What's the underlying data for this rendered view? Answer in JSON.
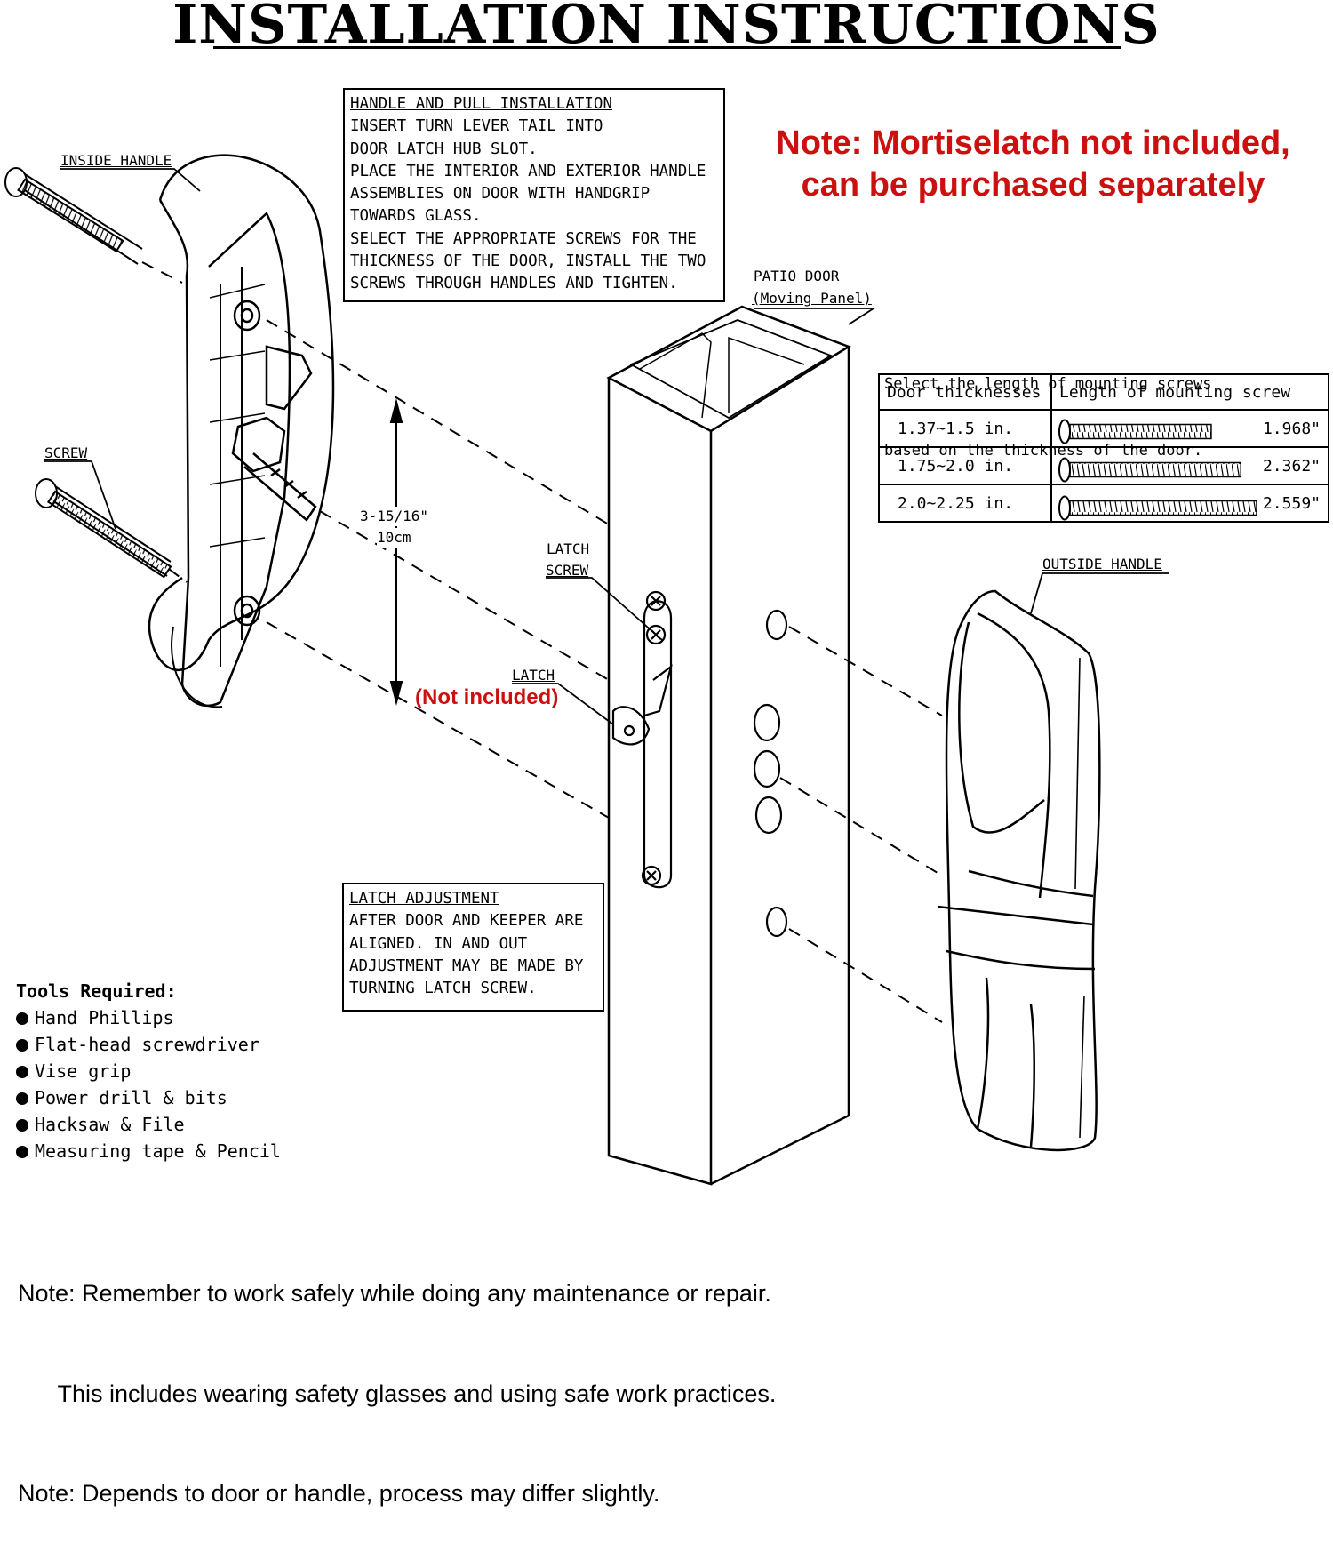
{
  "title": "INSTALLATION INSTRUCTIONS",
  "note_red": {
    "line1": "Note: Mortiselatch not included,",
    "line2": "can be purchased separately"
  },
  "handle_box": {
    "heading": "HANDLE AND PULL INSTALLATION",
    "lines": [
      "INSERT TURN LEVER TAIL INTO",
      "DOOR LATCH HUB SLOT.",
      "PLACE THE INTERIOR AND EXTERIOR HANDLE",
      "ASSEMBLIES ON DOOR WITH HANDGRIP",
      "TOWARDS GLASS.",
      "SELECT THE APPROPRIATE SCREWS FOR THE",
      "THICKNESS OF THE DOOR, INSTALL THE TWO",
      "SCREWS THROUGH HANDLES AND TIGHTEN."
    ]
  },
  "latch_box": {
    "heading": "LATCH ADJUSTMENT",
    "lines": [
      "AFTER DOOR AND KEEPER ARE",
      "ALIGNED. IN AND OUT",
      "ADJUSTMENT MAY BE MADE BY",
      "TURNING LATCH SCREW."
    ]
  },
  "labels": {
    "inside_handle": "INSIDE HANDLE",
    "screw": "SCREW",
    "patio_door_1": "PATIO DOOR",
    "patio_door_2": "(Moving Panel)",
    "dimension_1": "3-15/16\"",
    "dimension_2": "10cm",
    "latch_screw_1": "LATCH",
    "latch_screw_2": "SCREW",
    "latch": "LATCH",
    "not_included": "(Not included)",
    "outside_handle": "OUTSIDE HANDLE"
  },
  "screw_table": {
    "caption_1": "Select the length of mounting screws",
    "caption_2": "based on the thickness of the door.",
    "headers": [
      "Door thicknesses",
      "Length of mounting screw"
    ],
    "rows": [
      {
        "thickness": "1.37~1.5 in.",
        "length": "1.968\"",
        "screw_ratio": 0.77
      },
      {
        "thickness": "1.75~2.0 in.",
        "length": "2.362\"",
        "screw_ratio": 0.92
      },
      {
        "thickness": "2.0~2.25 in.",
        "length": "2.559\"",
        "screw_ratio": 1.0
      }
    ]
  },
  "tools": {
    "heading": "Tools Required:",
    "items": [
      "Hand Phillips",
      "Flat-head screwdriver",
      "Vise grip",
      "Power drill & bits",
      "Hacksaw & File",
      "Measuring tape & Pencil"
    ]
  },
  "bottom_notes": {
    "line1": "Note: Remember to work safely while doing any maintenance or repair.",
    "line2": "      This includes wearing safety glasses and using safe work practices.",
    "line3": "Note: Depends to door or handle, process may differ slightly."
  },
  "colors": {
    "accent_red": "#cc1010",
    "ink": "#000000"
  }
}
